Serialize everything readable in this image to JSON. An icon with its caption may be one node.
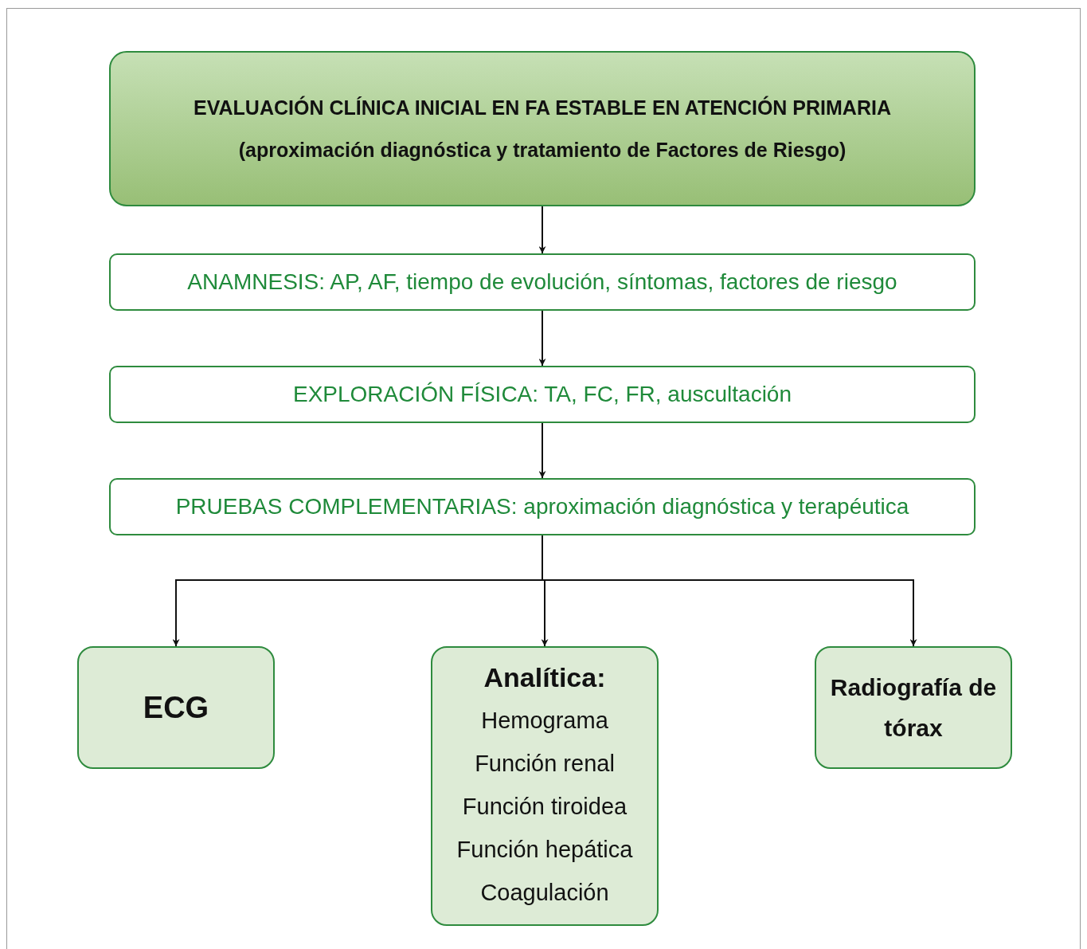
{
  "diagram": {
    "nodes": [
      {
        "text": [
          "EVALUACIÓN CLÍNICA INICIAL EN FA ESTABLE EN ATENCIÓN PRIMARIA",
          "(aproximación diagnóstica y tratamiento de Factores de Riesgo)"
        ]
      },
      {
        "text": [
          "ANAMNESIS: AP, AF, tiempo de evolución, síntomas, factores de riesgo"
        ]
      },
      {
        "text": [
          "EXPLORACIÓN FÍSICA: TA, FC, FR, auscultación"
        ]
      },
      {
        "text": [
          "PRUEBAS COMPLEMENTARIAS: aproximación diagnóstica y terapéutica"
        ]
      },
      {
        "text": [
          "ECG"
        ]
      },
      {
        "text": [
          "Analítica:",
          "Hemograma",
          "Función renal",
          "Función tiroidea",
          "Función hepática",
          "Coagulación"
        ]
      },
      {
        "text": [
          "Radiografía de tórax"
        ]
      }
    ],
    "edges": [
      {
        "from": 0,
        "to": 1,
        "arrow": "to"
      },
      {
        "from": 1,
        "to": 2,
        "arrow": "to"
      },
      {
        "from": 2,
        "to": 3,
        "arrow": "to"
      },
      {
        "from": 3,
        "to": 4,
        "arrow": "to"
      },
      {
        "from": 3,
        "to": 5,
        "arrow": "to"
      },
      {
        "from": 3,
        "to": 6,
        "arrow": "to"
      }
    ]
  }
}
